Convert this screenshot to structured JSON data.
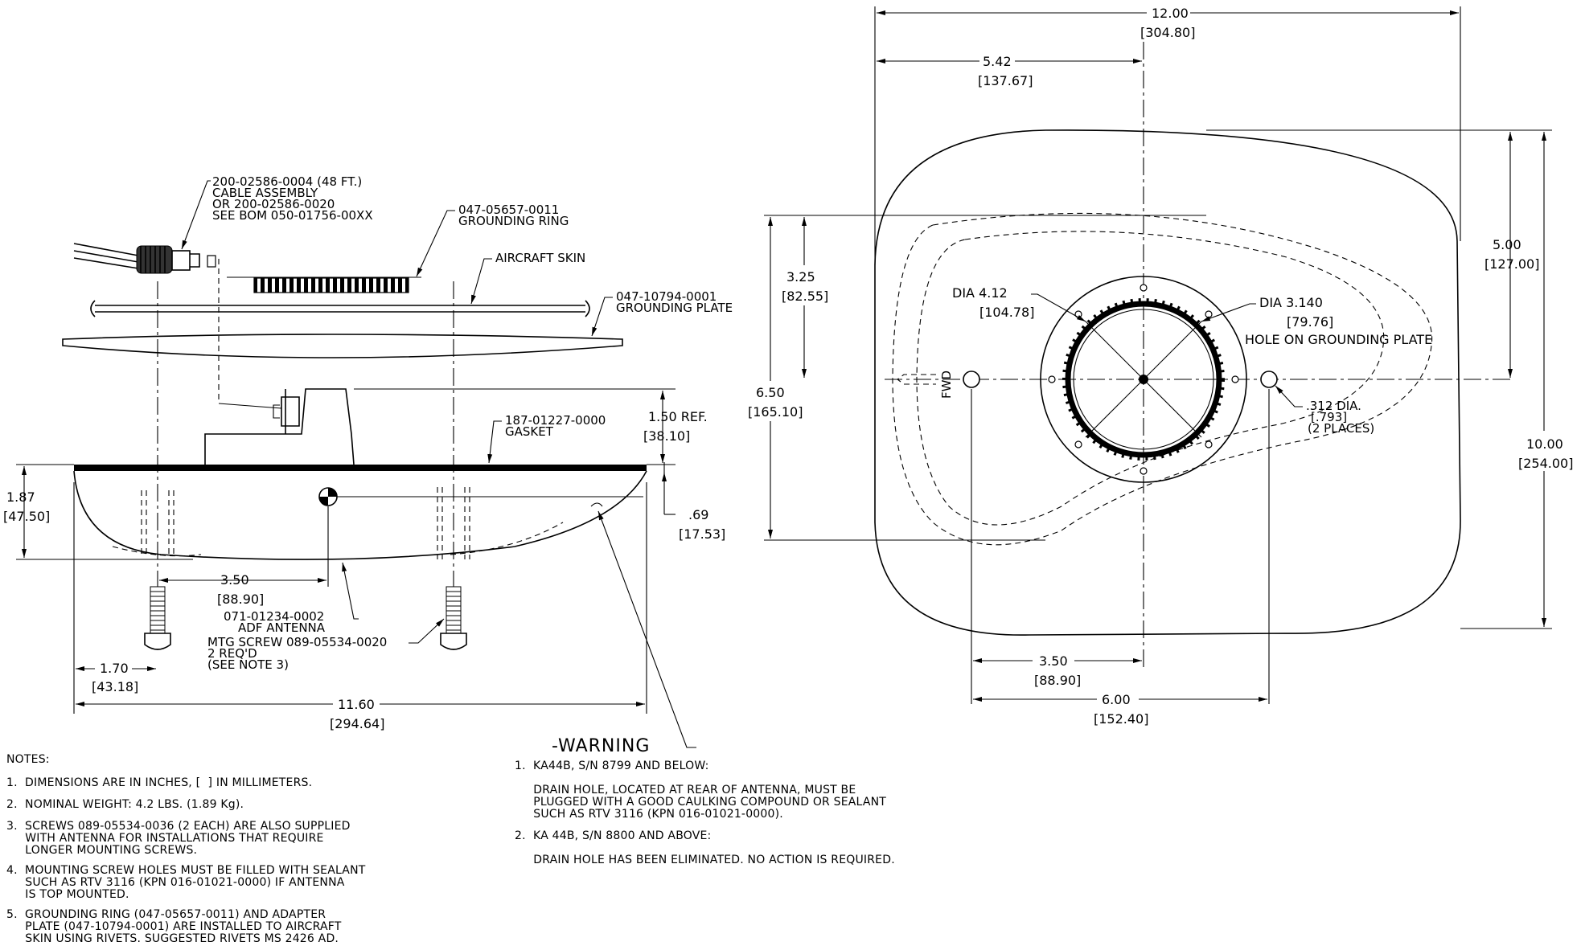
{
  "side_view": {
    "cable_label": [
      "200-02586-0004 (48 FT.)",
      "CABLE ASSEMBLY",
      "OR 200-02586-0020",
      "SEE BOM 050-01756-00XX"
    ],
    "grounding_ring_label": [
      "047-05657-0011",
      "GROUNDING RING"
    ],
    "aircraft_skin_label": "AIRCRAFT SKIN",
    "grounding_plate_label": [
      "047-10794-0001",
      "GROUNDING PLATE"
    ],
    "gasket_label": [
      "187-01227-0000",
      "GASKET"
    ],
    "height_ref": "1.50  REF.",
    "height_ref_mm": "[38.10]",
    "total_height": "1.87",
    "total_height_mm": "[47.50]",
    "dim_069": ".69",
    "dim_069_mm": "[17.53]",
    "dim_350": "3.50",
    "dim_350_mm": "[88.90]",
    "antenna_label": [
      "071-01234-0002",
      "ADF ANTENNA"
    ],
    "screw_label": [
      "MTG SCREW 089-05534-0020",
      "2 REQ'D",
      "(SEE NOTE 3)"
    ],
    "dim_170": "1.70",
    "dim_170_mm": "[43.18]",
    "dim_1160": "11.60",
    "dim_1160_mm": "[294.64]"
  },
  "top_view": {
    "width_in": "12.00",
    "width_mm": "[304.80]",
    "dim_542": "5.42",
    "dim_542_mm": "[137.67]",
    "dim_500": "5.00",
    "dim_500_mm": "[127.00]",
    "dim_325": "3.25",
    "dim_325_mm": "[82.55]",
    "dim_650": "6.50",
    "dim_650_mm": "[165.10]",
    "dim_1000": "10.00",
    "dim_1000_mm": "[254.00]",
    "dia_412": "DIA 4.12",
    "dia_412_mm": "[104.78]",
    "dia_3140": "DIA 3.140",
    "dia_3140_mm": "[79.76]",
    "hole_label": "HOLE ON GROUNDING PLATE",
    "fwd_label": "FWD",
    "hole_dia": ".312 DIA.",
    "hole_dia_mm": "[.793]",
    "hole_places": "(2 PLACES)",
    "dim_350b": "3.50",
    "dim_350b_mm": "[88.90]",
    "dim_600": "6.00",
    "dim_600_mm": "[152.40]"
  },
  "notes": {
    "title": "NOTES:",
    "items": [
      [
        "1.  DIMENSIONS ARE IN INCHES, [  ] IN MILLIMETERS."
      ],
      [
        "2.  NOMINAL WEIGHT: 4.2 LBS. (1.89 Kg)."
      ],
      [
        "3.  SCREWS 089-05534-0036 (2 EACH) ARE ALSO SUPPLIED",
        "     WITH ANTENNA FOR INSTALLATIONS THAT REQUIRE",
        "     LONGER MOUNTING SCREWS."
      ],
      [
        "4.  MOUNTING SCREW HOLES MUST BE FILLED WITH SEALANT",
        "     SUCH AS RTV 3116 (KPN 016-01021-0000) IF ANTENNA",
        "     IS TOP MOUNTED."
      ],
      [
        "5.  GROUNDING RING (047-05657-0011) AND ADAPTER",
        "     PLATE (047-10794-0001) ARE INSTALLED TO AIRCRAFT",
        "     SKIN USING RIVETS. SUGGESTED RIVETS MS 2426 AD."
      ]
    ]
  },
  "warning": {
    "title": "-WARNING",
    "items": [
      [
        "1.  KA44B, S/N 8799 AND BELOW:",
        "",
        "     DRAIN HOLE, LOCATED AT REAR OF ANTENNA, MUST BE",
        "     PLUGGED WITH A GOOD CAULKING COMPOUND OR SEALANT",
        "     SUCH AS RTV 3116 (KPN 016-01021-0000)."
      ],
      [
        "2.  KA 44B, S/N 8800 AND ABOVE:",
        "",
        "     DRAIN HOLE HAS BEEN ELIMINATED. NO ACTION IS REQUIRED."
      ]
    ]
  }
}
